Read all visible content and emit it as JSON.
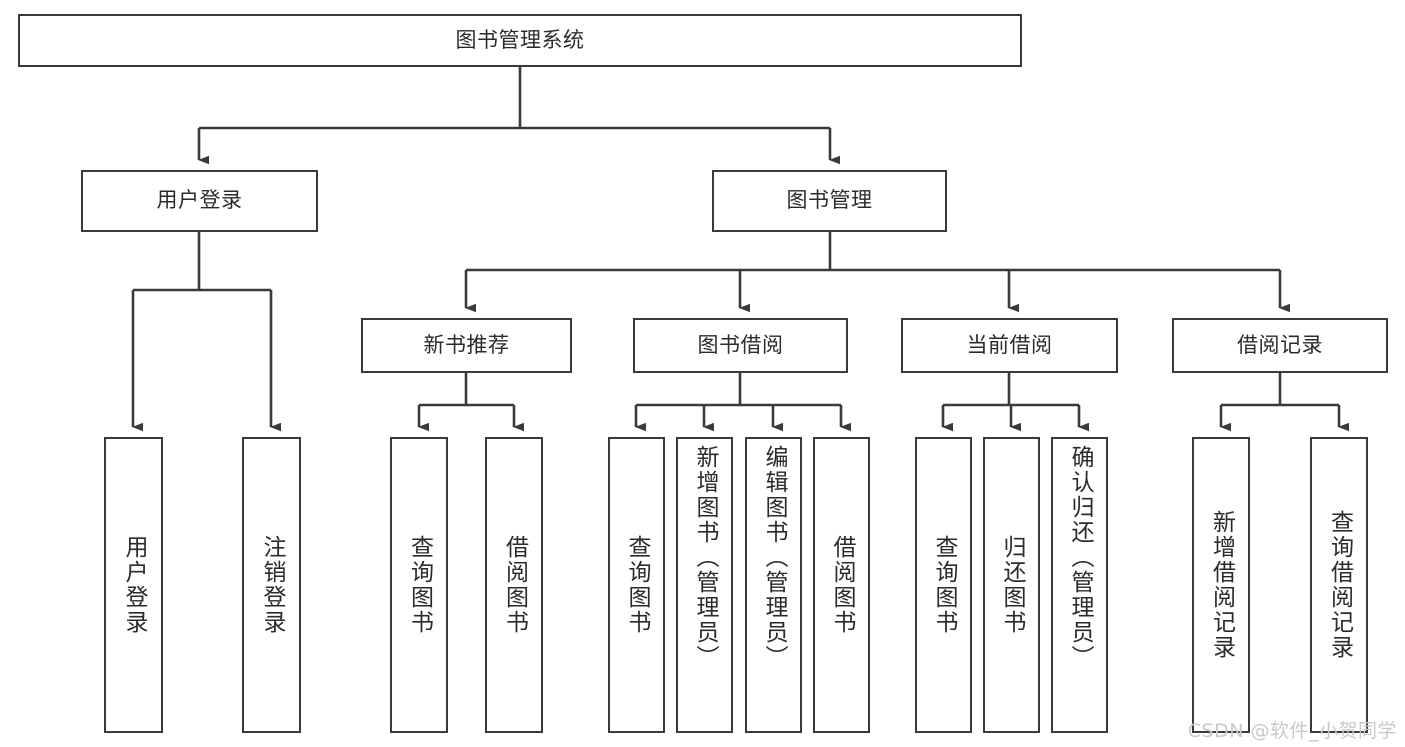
{
  "diagram": {
    "title_node": {
      "label": "图书管理系统"
    },
    "level2": [
      {
        "id": "user-login",
        "label": "用户登录"
      },
      {
        "id": "book-management",
        "label": "图书管理"
      }
    ],
    "level3": [
      {
        "id": "new-book-recommend",
        "label": "新书推荐"
      },
      {
        "id": "book-borrow",
        "label": "图书借阅"
      },
      {
        "id": "current-borrow",
        "label": "当前借阅"
      },
      {
        "id": "borrow-record",
        "label": "借阅记录"
      }
    ],
    "leaves": [
      {
        "id": "leaf-user-login",
        "label": "用户登录"
      },
      {
        "id": "leaf-logout-login",
        "label": "注销登录"
      },
      {
        "id": "leaf-query-book-1",
        "label": "查询图书"
      },
      {
        "id": "leaf-borrow-book-1",
        "label": "借阅图书"
      },
      {
        "id": "leaf-query-book-2",
        "label": "查询图书"
      },
      {
        "id": "leaf-add-book-admin",
        "label": "新增图书（管理员）"
      },
      {
        "id": "leaf-edit-book-admin",
        "label": "编辑图书（管理员）"
      },
      {
        "id": "leaf-borrow-book-2",
        "label": "借阅图书"
      },
      {
        "id": "leaf-query-book-3",
        "label": "查询图书"
      },
      {
        "id": "leaf-return-book",
        "label": "归还图书"
      },
      {
        "id": "leaf-confirm-return-admin",
        "label": "确认归还（管理员）"
      },
      {
        "id": "leaf-add-borrow-record",
        "label": "新增借阅记录"
      },
      {
        "id": "leaf-query-borrow-record",
        "label": "查询借阅记录"
      }
    ],
    "watermark": "CSDN @软件_小贺同学",
    "colors": {
      "border": "#3a3a3a",
      "text": "#2b2b2b",
      "background": "#ffffff",
      "watermark": "#c9c9c9"
    }
  }
}
